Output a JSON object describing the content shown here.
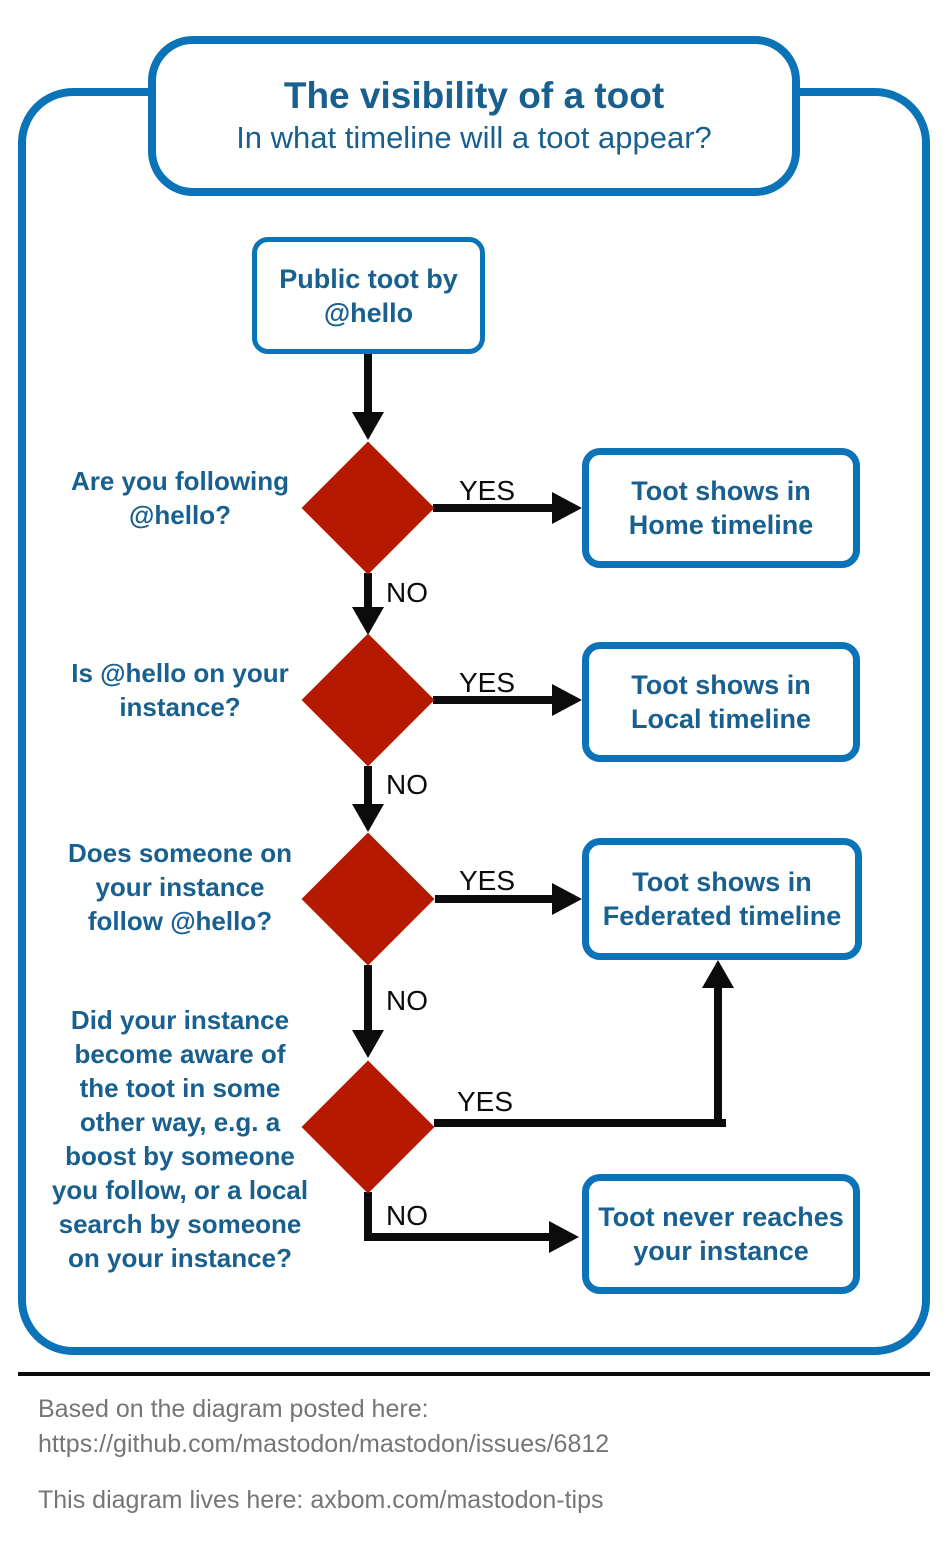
{
  "colors": {
    "border_blue": "#0b73b8",
    "text_blue": "#19608f",
    "diamond_red": "#b51a01",
    "arrow_black": "#0c0c0c",
    "footer_gray": "#757575"
  },
  "title": {
    "heading": "The visibility of a toot",
    "subheading": "In what timeline will a toot appear?"
  },
  "start": {
    "label": "Public toot by\n@hello"
  },
  "decisions": [
    {
      "question": "Are you following\n@hello?",
      "yes_label": "YES",
      "no_label": "NO"
    },
    {
      "question": "Is @hello on your\ninstance?",
      "yes_label": "YES",
      "no_label": "NO"
    },
    {
      "question": "Does someone on\nyour instance\nfollow @hello?",
      "yes_label": "YES",
      "no_label": "NO"
    },
    {
      "question": "Did your instance\nbecome aware of\nthe toot in some\nother way, e.g. a\nboost by someone\nyou follow, or a local\nsearch by someone\non your instance?",
      "yes_label": "YES",
      "no_label": "NO"
    }
  ],
  "outcomes": [
    {
      "label": "Toot shows in\nHome timeline"
    },
    {
      "label": "Toot shows in\nLocal timeline"
    },
    {
      "label": "Toot shows in\nFederated timeline"
    },
    {
      "label": "Toot never reaches\nyour instance"
    }
  ],
  "footer": {
    "attribution_line1": "Based on the diagram posted here:",
    "attribution_line2": "https://github.com/mastodon/mastodon/issues/6812",
    "home_line": "This diagram lives here: axbom.com/mastodon-tips"
  }
}
